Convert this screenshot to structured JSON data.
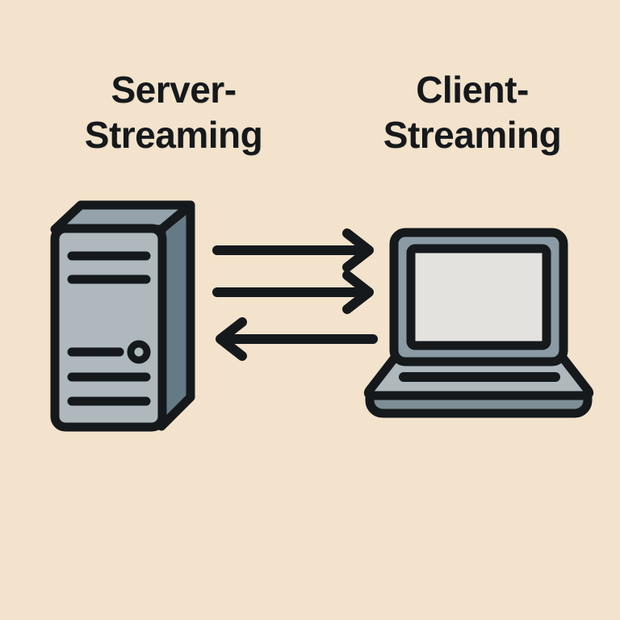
{
  "diagram": {
    "background_color": "#f3e3cc",
    "ink_color": "#15191c",
    "titles": {
      "left": "Server-\nStreaming",
      "right": "Client-\nStreaming"
    },
    "nodes": [
      {
        "id": "server",
        "label": "Server-\nStreaming",
        "shape": "server-tower",
        "front_color": "#aeb8bd",
        "side_color": "#647a84",
        "top_color": "#93a2ab",
        "detail_count": 5,
        "has_power_button": true
      },
      {
        "id": "client",
        "label": "Client-\nStreaming",
        "shape": "laptop",
        "bezel_color": "#8a9ba5",
        "screen_color": "#e4e2de",
        "base_color": "#aeb8bd",
        "foot_color": "#7e8e96"
      }
    ],
    "arrows": [
      {
        "id": "arrow-1",
        "direction": "right",
        "from": "server",
        "to": "client"
      },
      {
        "id": "arrow-2",
        "direction": "right",
        "from": "server",
        "to": "client"
      },
      {
        "id": "arrow-3",
        "direction": "left",
        "from": "client",
        "to": "server"
      }
    ]
  }
}
